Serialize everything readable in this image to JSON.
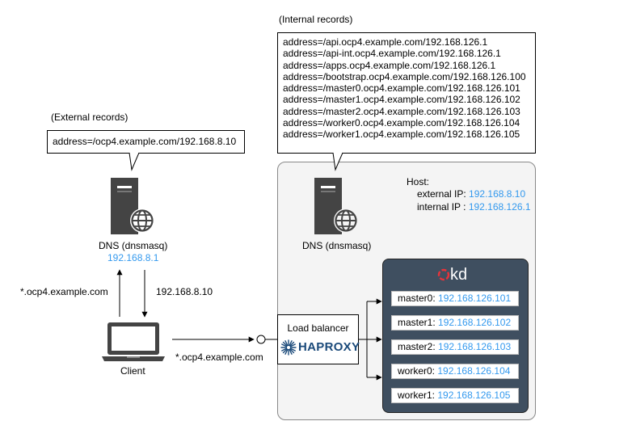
{
  "internal_records": {
    "title": "(Internal records)",
    "lines": [
      "address=/api.ocp4.example.com/192.168.126.1",
      "address=/api-int.ocp4.example.com/192.168.126.1",
      "address=/apps.ocp4.example.com/192.168.126.1",
      "address=/bootstrap.ocp4.example.com/192.168.126.100",
      "address=/master0.ocp4.example.com/192.168.126.101",
      "address=/master1.ocp4.example.com/192.168.126.102",
      "address=/master2.ocp4.example.com/192.168.126.103",
      "address=/worker0.ocp4.example.com/192.168.126.104",
      "address=/worker1.ocp4.example.com/192.168.126.105"
    ]
  },
  "external_records": {
    "title": "(External records)",
    "line": "address=/ocp4.example.com/192.168.8.10"
  },
  "external_dns": {
    "label": "DNS (dnsmasq)",
    "ip": "192.168.8.1",
    "icon": "server-globe-icon"
  },
  "internal_dns": {
    "label": "DNS (dnsmasq)",
    "icon": "server-globe-icon"
  },
  "host": {
    "title": "Host:",
    "external_label": "external IP:",
    "external_ip": "192.168.8.10",
    "internal_label": "internal IP :",
    "internal_ip": "192.168.126.1"
  },
  "client": {
    "label": "Client",
    "icon": "laptop-icon"
  },
  "arrows": {
    "query": "*.ocp4.example.com",
    "response": "192.168.8.10",
    "request": "*.ocp4.example.com"
  },
  "load_balancer": {
    "title": "Load balancer",
    "logo_text": "HAPROXY",
    "icon": "haproxy-logo-icon"
  },
  "okd": {
    "logo": "okd",
    "nodes": [
      {
        "name": "master0:",
        "ip": "192.168.126.101"
      },
      {
        "name": "master1:",
        "ip": "192.168.126.102"
      },
      {
        "name": "master2:",
        "ip": "192.168.126.103"
      },
      {
        "name": "worker0:",
        "ip": "192.168.126.104"
      },
      {
        "name": "worker1:",
        "ip": "192.168.126.105"
      }
    ]
  },
  "colors": {
    "ip": "#3399ee",
    "okd_bg": "#3f4f60",
    "okd_o": "#e8333a",
    "host_bg": "#f4f4f4"
  }
}
